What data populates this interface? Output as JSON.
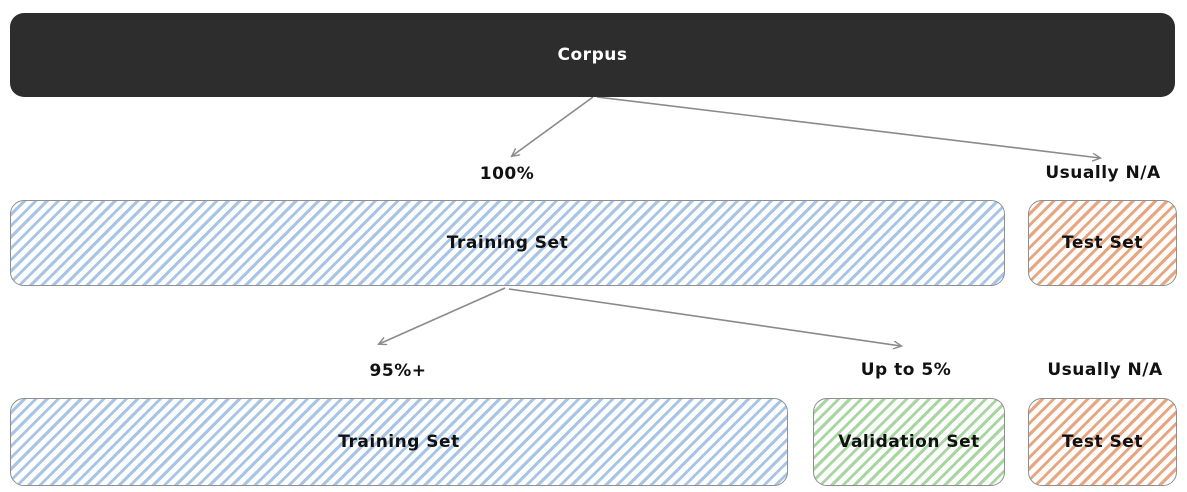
{
  "colors": {
    "corpus_bg": "#2d2d2d",
    "corpus_text": "#ffffff",
    "training_stripe": "#a7c5e8",
    "validation_stripe": "#a5d79f",
    "test_stripe": "#eda47d",
    "node_border": "#8f8f8f",
    "arrow": "#8a8a8a",
    "label_text": "#111111"
  },
  "diagram": {
    "corpus": {
      "label": "Corpus"
    },
    "level1": {
      "training_label": "Training Set",
      "training_annotation": "100%",
      "test_label": "Test Set",
      "test_annotation": "Usually N/A"
    },
    "level2": {
      "training_label": "Training Set",
      "training_annotation": "95%+",
      "validation_label": "Validation Set",
      "validation_annotation": "Up to 5%",
      "test_label": "Test Set",
      "test_annotation": "Usually N/A"
    }
  }
}
